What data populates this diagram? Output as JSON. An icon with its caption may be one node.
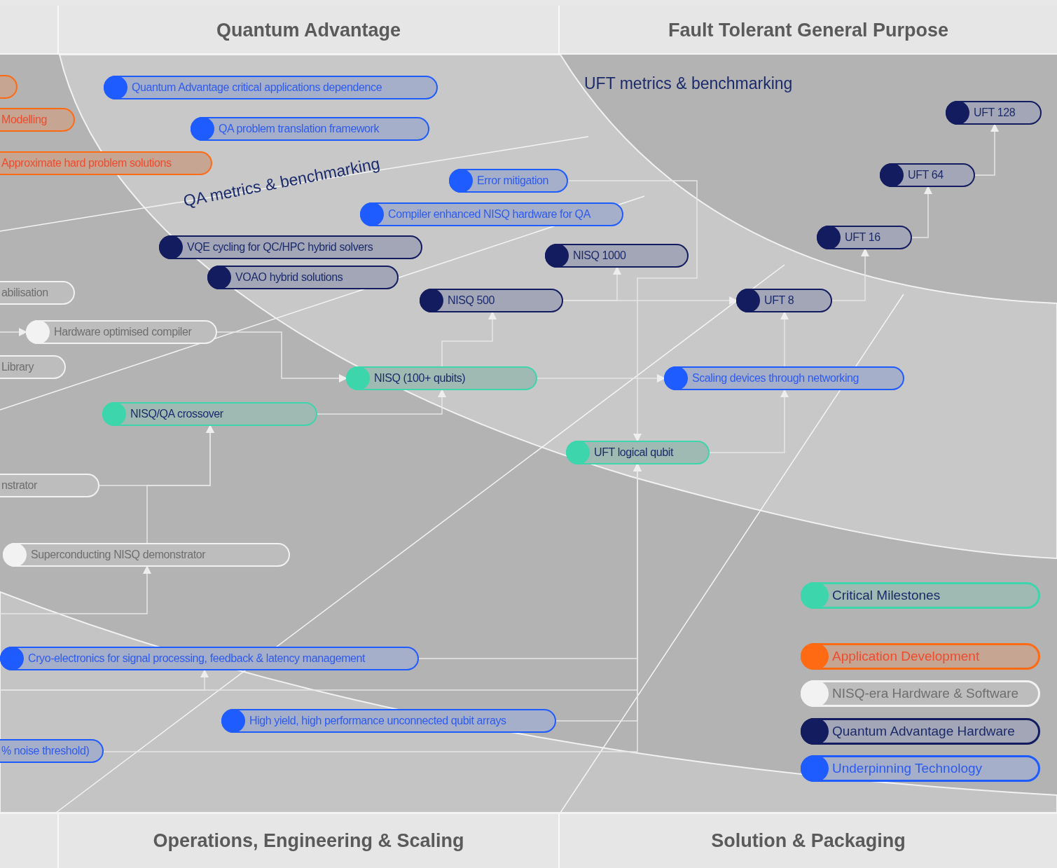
{
  "diagram": {
    "nodes": [
      {
        "text": [],
        "shape": "box"
      },
      {
        "text": [
          "Quantum Advantage critical applications dependence"
        ]
      },
      {
        "text": [
          "UFT 128"
        ]
      },
      {
        "text": [
          "Modelling"
        ]
      },
      {
        "text": [
          "QA problem translation framework"
        ]
      },
      {
        "text": [
          "Approximate hard problem solutions"
        ]
      },
      {
        "text": [
          "UFT 64"
        ]
      },
      {
        "text": [
          "Error mitigation"
        ]
      },
      {
        "text": [
          "Compiler enhanced NISQ hardware for QA"
        ]
      },
      {
        "text": [
          "UFT 16"
        ]
      },
      {
        "text": [
          "VQE cycling for QC/HPC hybrid solvers"
        ]
      },
      {
        "text": [
          "NISQ 1000"
        ]
      },
      {
        "text": [
          "VOAO hybrid solutions"
        ]
      },
      {
        "text": [
          "abilisation"
        ]
      },
      {
        "text": [
          "NISQ 500"
        ]
      },
      {
        "text": [
          "UFT 8"
        ]
      },
      {
        "text": [
          "Hardware optimised compiler"
        ]
      },
      {
        "text": [
          "Library"
        ]
      },
      {
        "text": [
          "NISQ (100+ qubits)"
        ]
      },
      {
        "text": [
          "Scaling devices through networking"
        ]
      },
      {
        "text": [
          "NISQ/QA crossover"
        ]
      },
      {
        "text": [
          "UFT logical qubit"
        ]
      },
      {
        "text": [
          "nstrator"
        ]
      },
      {
        "text": [
          "Superconducting NISQ demonstrator"
        ]
      },
      {
        "text": [
          "Cryo-electronics for signal processing, feedback & latency management"
        ]
      },
      {
        "text": [
          "High yield, high performance unconnected qubit arrays"
        ]
      },
      {
        "text": [
          "% noise threshold)"
        ]
      }
    ],
    "edges": [
      {
        "from": null,
        "to": 16,
        "arrow": "to"
      },
      {
        "from": 16,
        "to": 18,
        "arrow": "to"
      },
      {
        "from": 18,
        "to": 14,
        "arrow": "to"
      },
      {
        "from": 20,
        "to": 18,
        "arrow": "to"
      },
      {
        "from": 22,
        "to": 20,
        "arrow": "to"
      },
      {
        "from": 23,
        "to": 20,
        "arrow": "to"
      },
      {
        "from": null,
        "to": 23,
        "arrow": "to"
      },
      {
        "from": null,
        "to": 24,
        "arrow": "to"
      },
      {
        "from": 24,
        "to": 21,
        "arrow": "to"
      },
      {
        "from": null,
        "to": 21,
        "arrow": "to"
      },
      {
        "from": 25,
        "to": 21,
        "arrow": "to"
      },
      {
        "from": 26,
        "to": 21,
        "arrow": "to"
      },
      {
        "from": 7,
        "to": 21,
        "arrow": "to"
      },
      {
        "from": 14,
        "to": 11,
        "arrow": "to"
      },
      {
        "from": 14,
        "to": 15,
        "arrow": "to"
      },
      {
        "from": 18,
        "to": 19,
        "arrow": "to"
      },
      {
        "from": 19,
        "to": 15,
        "arrow": "to"
      },
      {
        "from": 21,
        "to": 19,
        "arrow": "to"
      },
      {
        "from": 15,
        "to": 9,
        "arrow": "to"
      },
      {
        "from": 9,
        "to": 6,
        "arrow": "to"
      },
      {
        "from": 6,
        "to": 2,
        "arrow": "to"
      }
    ],
    "labels": [
      "Quantum Advantage",
      "Fault Tolerant General Purpose",
      "UFT metrics & benchmarking",
      "QA metrics & benchmarking",
      "Operations, Engineering & Scaling",
      "Solution & Packaging"
    ],
    "legend": [
      {
        "text": "Critical Milestones",
        "color": "#3dd6ac"
      },
      {
        "text": "Application Development",
        "color": "#ff6a13"
      },
      {
        "text": "NISQ-era Hardware & Software",
        "color": "#f2f2f2"
      },
      {
        "text": "Quantum Advantage Hardware",
        "color": "#131c5e"
      },
      {
        "text": "Underpinning Technology",
        "color": "#1f5cff"
      }
    ]
  }
}
